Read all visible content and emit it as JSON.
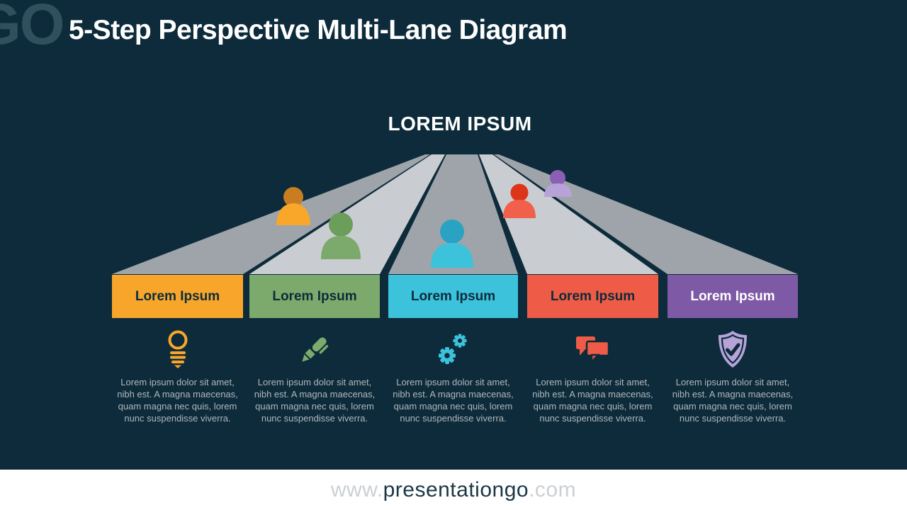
{
  "slide": {
    "background": "#0D2B3A",
    "watermark": "GO",
    "title": "5-Step Perspective Multi-Lane Diagram",
    "heading": "LOREM IPSUM"
  },
  "steps": [
    {
      "label": "Lorem Ipsum",
      "color": "#F8A62B",
      "label_color": "#0D2B3A",
      "icon": "lightbulb-icon",
      "icon_color": "#F9A72B",
      "description": "Lorem ipsum dolor sit amet, nibh est. A magna maecenas, quam magna nec quis, lorem nunc suspendisse viverra."
    },
    {
      "label": "Lorem Ipsum",
      "color": "#7CA96C",
      "label_color": "#0D2B3A",
      "icon": "pen-icon",
      "icon_color": "#7CA96C",
      "description": "Lorem ipsum dolor sit amet, nibh est. A magna maecenas, quam magna nec quis, lorem nunc suspendisse viverra."
    },
    {
      "label": "Lorem Ipsum",
      "color": "#3DC2DC",
      "label_color": "#0D2B3A",
      "icon": "gears-icon",
      "icon_color": "#3DC2DC",
      "description": "Lorem ipsum dolor sit amet, nibh est. A magna maecenas, quam magna nec quis, lorem nunc suspendisse viverra."
    },
    {
      "label": "Lorem Ipsum",
      "color": "#EE5B47",
      "label_color": "#0D2B3A",
      "icon": "chat-bubbles-icon",
      "icon_color": "#EE5B47",
      "description": "Lorem ipsum dolor sit amet, nibh est. A magna maecenas, quam magna nec quis, lorem nunc suspendisse viverra."
    },
    {
      "label": "Lorem Ipsum",
      "color": "#7E59A5",
      "label_color": "#FFFFFF",
      "icon": "shield-check-icon",
      "icon_color": "#B7A3D8",
      "description": "Lorem ipsum dolor sit amet, nibh est. A magna maecenas, quam magna nec quis, lorem nunc suspendisse viverra."
    }
  ],
  "diagram": {
    "lanes": [
      {
        "color": "#9EA4AA"
      },
      {
        "color": "#C9CDD1"
      },
      {
        "color": "#9EA4AA"
      },
      {
        "color": "#C9CDD1"
      },
      {
        "color": "#9EA4AA"
      }
    ],
    "persons": [
      {
        "head": "#C87E20",
        "body": "#F9A72B"
      },
      {
        "head": "#6C9E5B",
        "body": "#7CA96C"
      },
      {
        "head": "#2AA3C3",
        "body": "#3DC2DC"
      },
      {
        "head": "#DD3519",
        "body": "#F0604A"
      },
      {
        "head": "#8A5FB5",
        "body": "#B7A3D8"
      }
    ]
  },
  "footer": {
    "prefix": "www.",
    "brand": "presentationgo",
    "suffix": ".com"
  }
}
